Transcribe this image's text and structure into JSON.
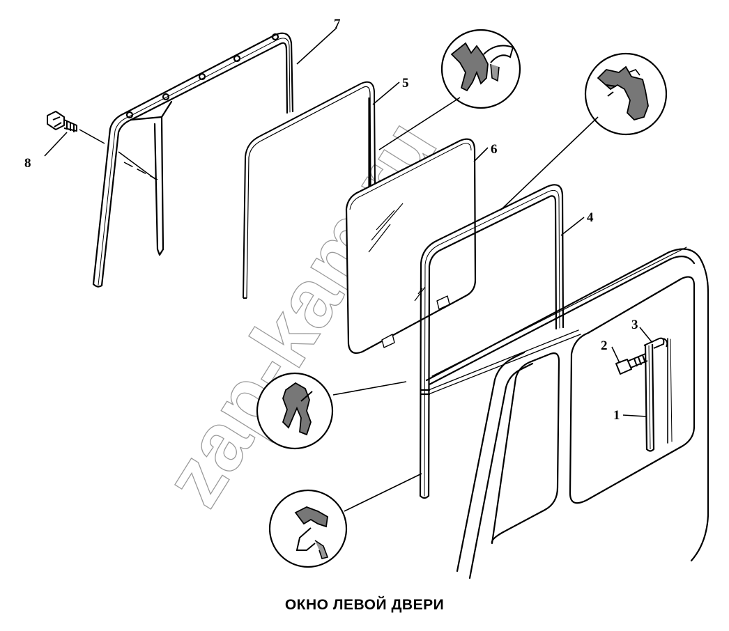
{
  "caption": "ОКНО ЛЕВОЙ ДВЕРИ",
  "watermark": "zap-kam.ru",
  "callouts": [
    "1",
    "2",
    "3",
    "4",
    "5",
    "6",
    "7",
    "8"
  ],
  "colors": {
    "ink": "#000000",
    "watermark": "#9a9a9a",
    "background": "#ffffff"
  }
}
